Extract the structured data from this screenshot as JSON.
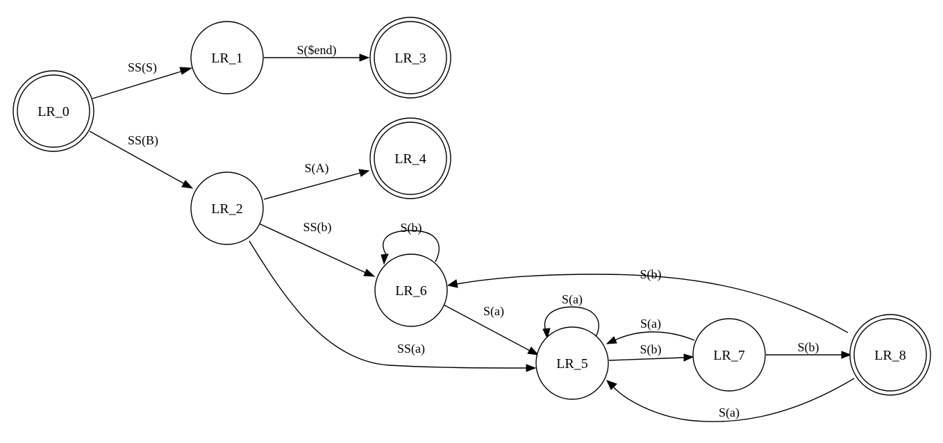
{
  "diagram": {
    "type": "state-machine",
    "nodes": [
      {
        "id": "LR_0",
        "label": "LR_0",
        "accepting": true
      },
      {
        "id": "LR_1",
        "label": "LR_1",
        "accepting": false
      },
      {
        "id": "LR_2",
        "label": "LR_2",
        "accepting": false
      },
      {
        "id": "LR_3",
        "label": "LR_3",
        "accepting": true
      },
      {
        "id": "LR_4",
        "label": "LR_4",
        "accepting": true
      },
      {
        "id": "LR_5",
        "label": "LR_5",
        "accepting": false
      },
      {
        "id": "LR_6",
        "label": "LR_6",
        "accepting": false
      },
      {
        "id": "LR_7",
        "label": "LR_7",
        "accepting": false
      },
      {
        "id": "LR_8",
        "label": "LR_8",
        "accepting": true
      }
    ],
    "edges": [
      {
        "from": "LR_0",
        "to": "LR_1",
        "label": "SS(S)"
      },
      {
        "from": "LR_0",
        "to": "LR_2",
        "label": "SS(B)"
      },
      {
        "from": "LR_1",
        "to": "LR_3",
        "label": "S($end)"
      },
      {
        "from": "LR_2",
        "to": "LR_4",
        "label": "S(A)"
      },
      {
        "from": "LR_2",
        "to": "LR_6",
        "label": "SS(b)"
      },
      {
        "from": "LR_2",
        "to": "LR_5",
        "label": "SS(a)"
      },
      {
        "from": "LR_6",
        "to": "LR_6",
        "label": "S(b)"
      },
      {
        "from": "LR_6",
        "to": "LR_5",
        "label": "S(a)"
      },
      {
        "from": "LR_5",
        "to": "LR_5",
        "label": "S(a)"
      },
      {
        "from": "LR_5",
        "to": "LR_7",
        "label": "S(b)"
      },
      {
        "from": "LR_7",
        "to": "LR_5",
        "label": "S(a)"
      },
      {
        "from": "LR_7",
        "to": "LR_8",
        "label": "S(b)"
      },
      {
        "from": "LR_8",
        "to": "LR_6",
        "label": "S(b)"
      },
      {
        "from": "LR_8",
        "to": "LR_5",
        "label": "S(a)"
      }
    ]
  }
}
